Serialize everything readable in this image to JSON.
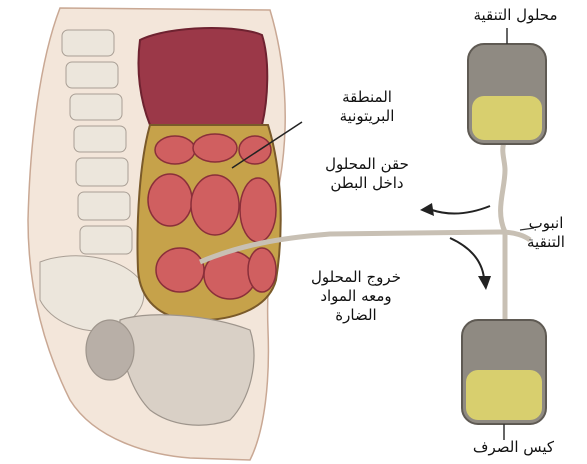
{
  "labels": {
    "solution_bag": "محلول التنقية",
    "peritoneal_region": [
      "المنطقة",
      "البريتونية"
    ],
    "inflow": [
      "حقن المحلول",
      "داخل البطن"
    ],
    "tube": [
      "انبوب",
      "التنقية"
    ],
    "outflow": [
      "خروج المحلول",
      "ومعه المواد",
      "الضارة"
    ],
    "drain_bag": "كيس الصرف"
  },
  "colors": {
    "skin": "#f3e6da",
    "bone": "#ece6dc",
    "organ_dark": "#9b3848",
    "intestine": "#d05f60",
    "fluid": "#c6a24a",
    "bag_gray": "#8f8a82",
    "bag_fluid": "#d8cf6e"
  }
}
